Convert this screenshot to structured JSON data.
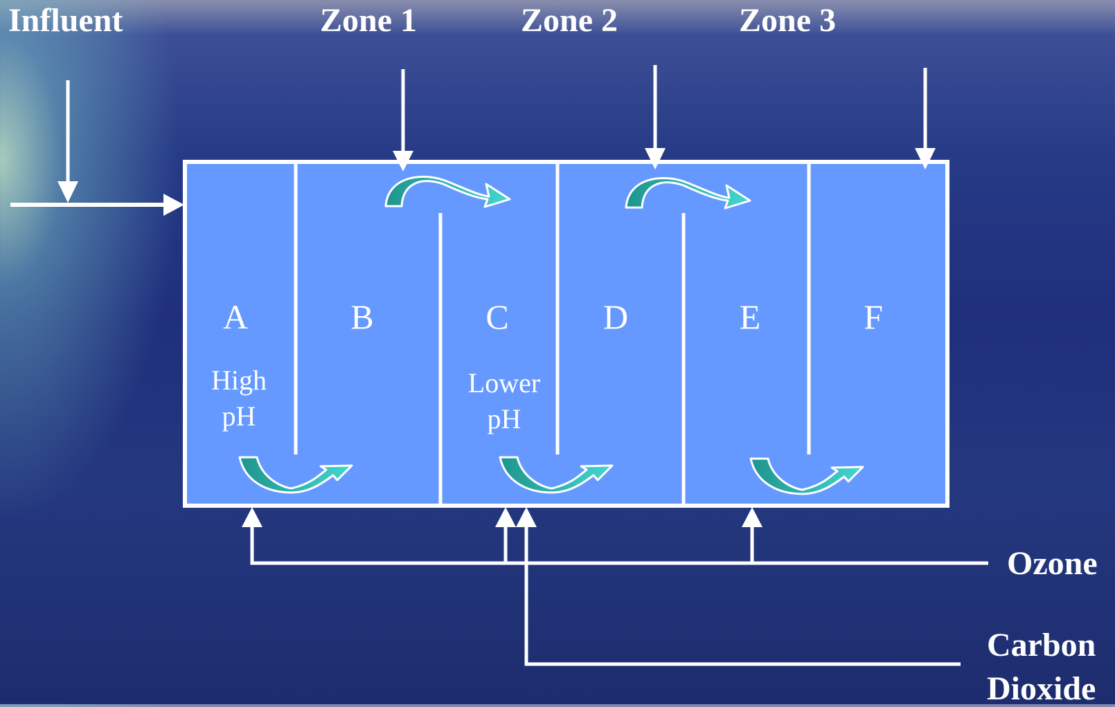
{
  "labels": {
    "influent": "Influent",
    "zones": [
      "Zone 1",
      "Zone 2",
      "Zone 3"
    ],
    "ozone": "Ozone",
    "carbon": "Carbon",
    "dioxide": "Dioxide"
  },
  "compartments": [
    "A",
    "B",
    "C",
    "D",
    "E",
    "F"
  ],
  "notes": {
    "a_line1": "High",
    "a_line2": "pH",
    "c_line1": "Lower",
    "c_line2": "pH"
  },
  "colors": {
    "tank_fill": "#6699ff",
    "line": "#ffffff",
    "arrow_teal_dark": "#229e96",
    "arrow_teal_light": "#3fd0cc"
  }
}
